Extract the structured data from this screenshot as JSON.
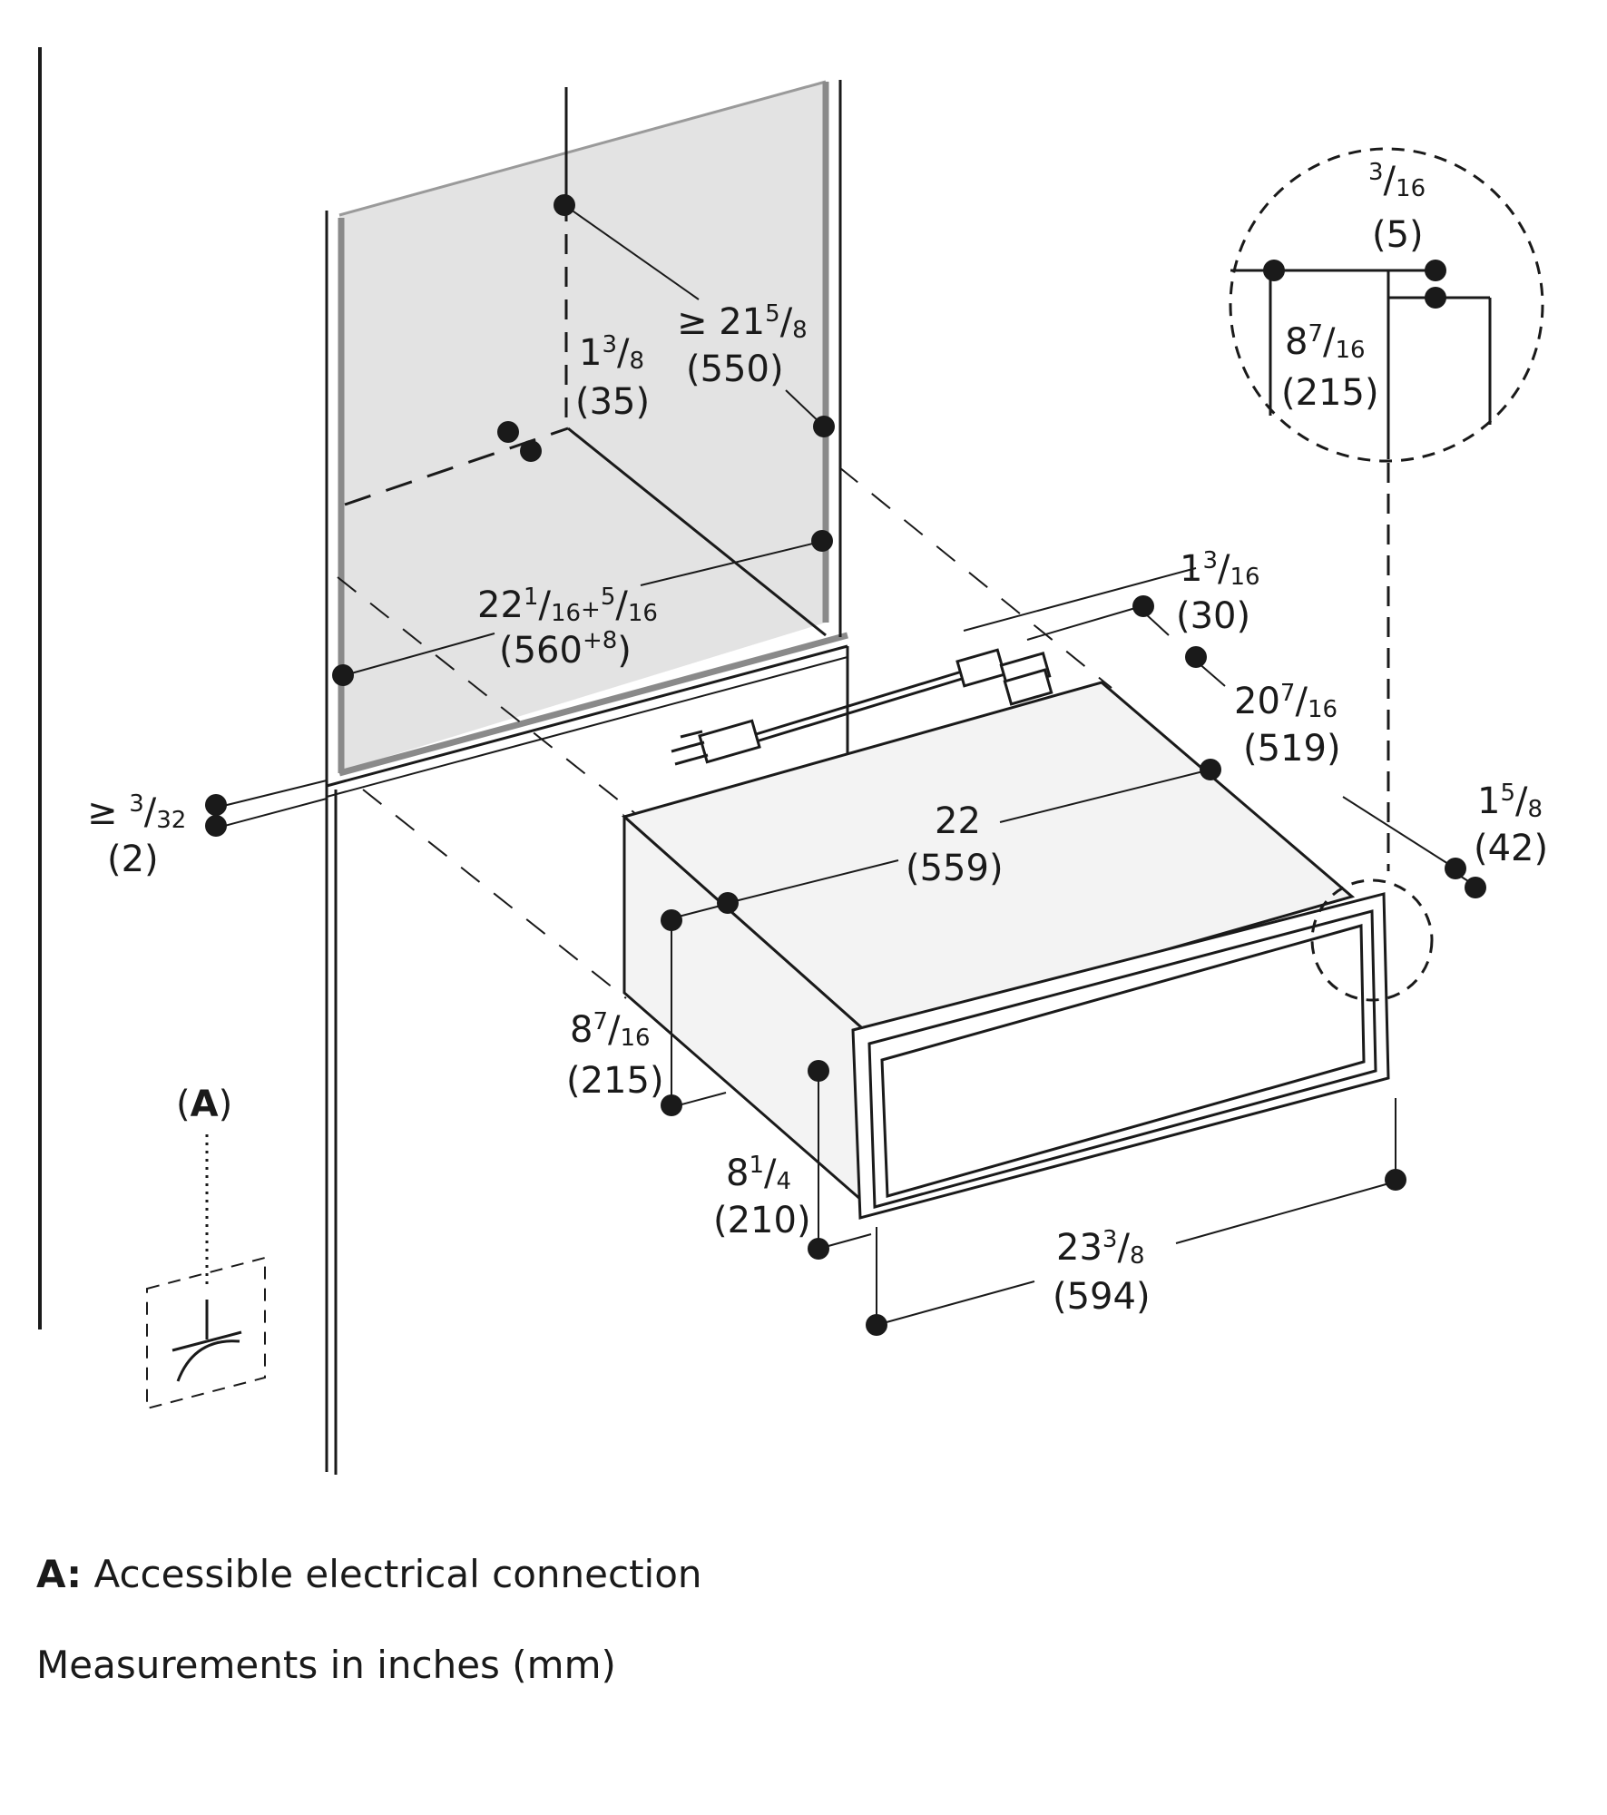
{
  "dimensions": {
    "min_depth": {
      "prefix": "≥ ",
      "whole": "21",
      "num": "5",
      "den": "8",
      "mm": "(550)"
    },
    "back_offset": {
      "whole": "1",
      "num": "3",
      "den": "8",
      "mm": "(35)"
    },
    "niche_width": {
      "whole": "22",
      "num": "1",
      "den": "16",
      "tol_num": "5",
      "tol_den": "16",
      "plus": "+",
      "mm_base": "(560",
      "mm_tol": "+8",
      "mm_close": ")"
    },
    "side_gap": {
      "prefix": "≥ ",
      "num": "3",
      "den": "32",
      "mm": "(2)"
    },
    "detail_gap": {
      "num": "3",
      "den": "16",
      "mm": "(5)"
    },
    "detail_height": {
      "whole": "8",
      "num": "7",
      "den": "16",
      "mm": "(215)"
    },
    "cord_depth": {
      "whole": "1",
      "num": "3",
      "den": "16",
      "mm": "(30)"
    },
    "body_depth": {
      "whole": "20",
      "num": "7",
      "den": "16",
      "mm": "(519)"
    },
    "front_depth": {
      "whole": "1",
      "num": "5",
      "den": "8",
      "mm": "(42)"
    },
    "body_width": {
      "whole": "22",
      "mm": "(559)"
    },
    "body_height": {
      "whole": "8",
      "num": "7",
      "den": "16",
      "mm": "(215)"
    },
    "front_height": {
      "whole": "8",
      "num": "1",
      "den": "4",
      "mm": "(210)"
    },
    "front_width": {
      "whole": "23",
      "num": "3",
      "den": "8",
      "mm": "(594)"
    }
  },
  "marker_a": {
    "label": "A",
    "open": "(",
    "close": ")"
  },
  "legend": {
    "a_key": "A:",
    "a_text": "Accessible electrical connection",
    "units": "Measurements in inches (mm)"
  }
}
